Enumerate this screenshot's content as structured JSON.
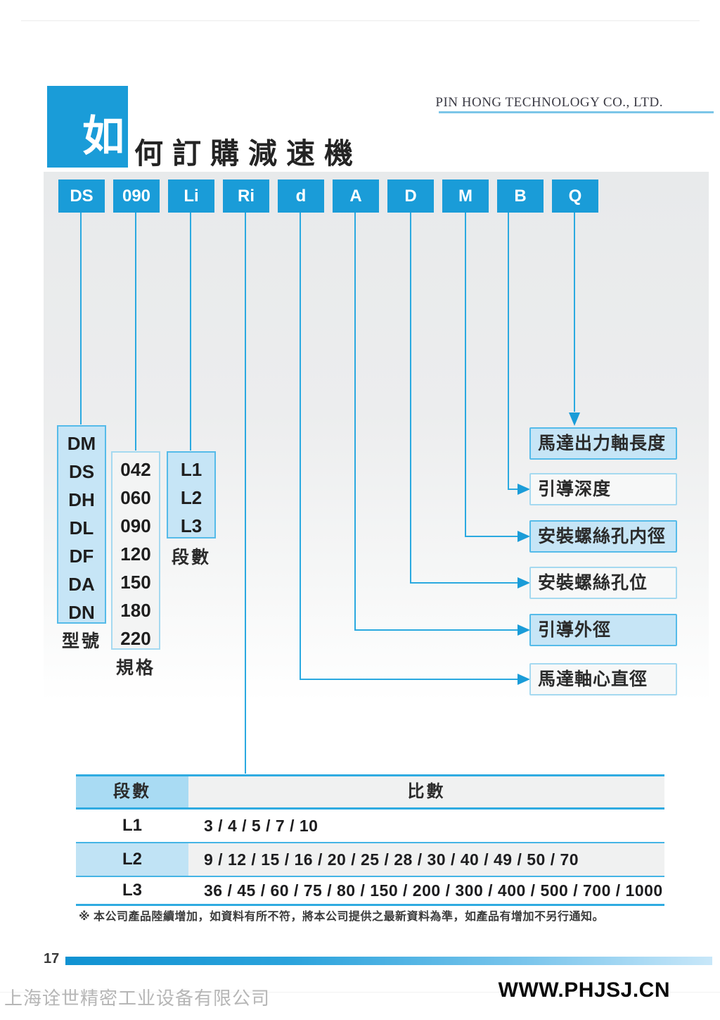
{
  "header": {
    "company": "PIN HONG TECHNOLOGY CO., LTD."
  },
  "title": {
    "initial": "如",
    "rest": "何訂購減速機",
    "full": "如何訂購減速機"
  },
  "order_code": {
    "boxes": [
      "DS",
      "090",
      "Li",
      "Ri",
      "d",
      "A",
      "D",
      "M",
      "B",
      "Q"
    ]
  },
  "model_column": {
    "label": "型號",
    "items": [
      "DM",
      "DS",
      "DH",
      "DL",
      "DF",
      "DA",
      "DN"
    ]
  },
  "spec_column": {
    "label": "規格",
    "items": [
      "042",
      "060",
      "090",
      "120",
      "150",
      "180",
      "220"
    ]
  },
  "stage_column": {
    "label": "段數",
    "items": [
      "L1",
      "L2",
      "L3"
    ]
  },
  "callouts": [
    "馬達出力軸長度",
    "引導深度",
    "安裝螺絲孔内徑",
    "安裝螺絲孔位",
    "引導外徑",
    "馬達軸心直徑"
  ],
  "ratio_table": {
    "header_stage": "段數",
    "header_ratio": "比數",
    "rows": [
      {
        "stage": "L1",
        "ratios": "3 / 4 / 5 / 7 / 10"
      },
      {
        "stage": "L2",
        "ratios": "9 / 12 / 15 / 16 / 20 / 25 / 28 / 30 / 40 / 49 / 50 / 70"
      },
      {
        "stage": "L3",
        "ratios": "36 / 45 / 60 / 75 / 80 / 150 / 200 / 300 / 400 / 500 / 700 / 1000"
      }
    ]
  },
  "note": {
    "text": "※  本公司產品陸續增加，如資料有所不符，將本公司提供之最新資料為準，如產品有增加不另行通知。"
  },
  "footer": {
    "page_number": "17",
    "watermark": "上海诠世精密工业设备有限公司",
    "website": "WWW.PHJSJ.CN"
  },
  "colors": {
    "accent_blue": "#1a9cd8",
    "connector_blue": "#2aa9e0",
    "light_blue_fill": "#c6e5f6",
    "light_blue_border": "#55bbe9",
    "light_gray_fill": "#f3f4f4",
    "table_header_blue": "#a9dbf3",
    "footer_bar_gradient_start": "#1092d2",
    "footer_bar_gradient_end": "#c8e7f9"
  }
}
